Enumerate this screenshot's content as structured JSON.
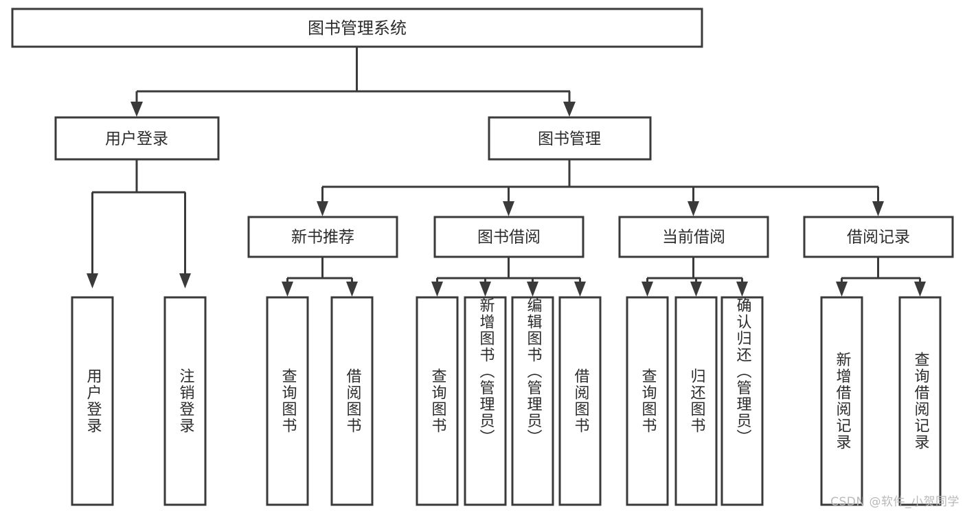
{
  "diagram": {
    "title": "图书管理系统",
    "type": "tree-hierarchy-chart",
    "root": {
      "id": "root",
      "label": "图书管理系统",
      "orientation": "horizontal"
    },
    "level2": [
      {
        "id": "user-login",
        "label": "用户登录"
      },
      {
        "id": "book-management",
        "label": "图书管理"
      }
    ],
    "level3": [
      {
        "id": "new-book-recommend",
        "label": "新书推荐",
        "parent": "book-management"
      },
      {
        "id": "book-borrow",
        "label": "图书借阅",
        "parent": "book-management"
      },
      {
        "id": "current-borrow",
        "label": "当前借阅",
        "parent": "book-management"
      },
      {
        "id": "borrow-record",
        "label": "借阅记录",
        "parent": "book-management"
      }
    ],
    "leaves": [
      {
        "id": "leaf-user-login",
        "label": "用户登录",
        "parent": "user-login"
      },
      {
        "id": "leaf-logout-login",
        "label": "注销登录",
        "parent": "user-login"
      },
      {
        "id": "leaf-query-book-1",
        "label": "查询图书",
        "parent": "new-book-recommend"
      },
      {
        "id": "leaf-borrow-book-1",
        "label": "借阅图书",
        "parent": "new-book-recommend"
      },
      {
        "id": "leaf-query-book-2",
        "label": "查询图书",
        "parent": "book-borrow"
      },
      {
        "id": "leaf-add-book",
        "label": "新增图书（管理员）",
        "parent": "book-borrow"
      },
      {
        "id": "leaf-edit-book",
        "label": "编辑图书（管理员）",
        "parent": "book-borrow"
      },
      {
        "id": "leaf-borrow-book-2",
        "label": "借阅图书",
        "parent": "book-borrow"
      },
      {
        "id": "leaf-query-book-3",
        "label": "查询图书",
        "parent": "current-borrow"
      },
      {
        "id": "leaf-return-book",
        "label": "归还图书",
        "parent": "current-borrow"
      },
      {
        "id": "leaf-confirm-return",
        "label": "确认归还（管理员）",
        "parent": "current-borrow"
      },
      {
        "id": "leaf-add-record",
        "label": "新增借阅记录",
        "parent": "borrow-record"
      },
      {
        "id": "leaf-query-record",
        "label": "查询借阅记录",
        "parent": "borrow-record"
      }
    ],
    "colors": {
      "box_stroke": "#3a3a3a",
      "box_fill": "#ffffff",
      "text": "#2b2b2b",
      "background": "#ffffff",
      "watermark": "#b9b9b9"
    }
  },
  "watermark": {
    "text": "CSDN @软件_小贺同学"
  }
}
